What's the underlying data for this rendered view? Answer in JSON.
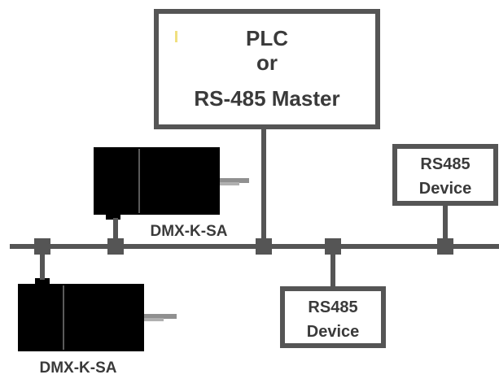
{
  "master": {
    "line1": "PLC",
    "line2": "or",
    "line3": "RS-485 Master"
  },
  "devices": [
    {
      "line1": "RS485",
      "line2": "Device"
    },
    {
      "line1": "RS485",
      "line2": "Device"
    }
  ],
  "motors": [
    {
      "label": "DMX-K-SA"
    },
    {
      "label": "DMX-K-SA"
    }
  ],
  "colors": {
    "line": "#555555",
    "motor": "#000000",
    "shaft": "#909090",
    "text": "#3a3a3a"
  }
}
